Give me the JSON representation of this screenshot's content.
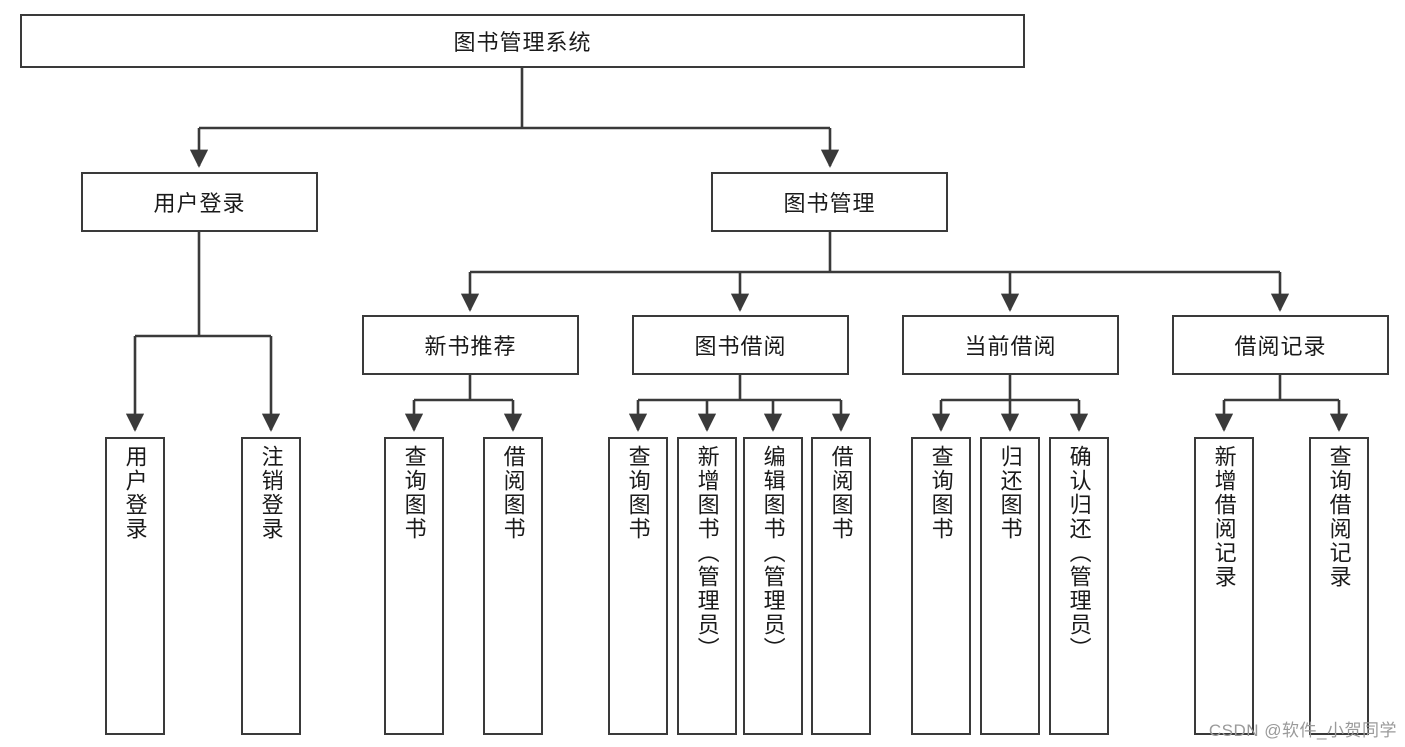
{
  "diagram": {
    "title": "图书管理系统",
    "watermark": "CSDN @软件_小贺同学",
    "levels": {
      "root": {
        "label": "图书管理系统"
      },
      "level2": [
        {
          "label": "用户登录"
        },
        {
          "label": "图书管理"
        }
      ],
      "level3": [
        {
          "label": "新书推荐"
        },
        {
          "label": "图书借阅"
        },
        {
          "label": "当前借阅"
        },
        {
          "label": "借阅记录"
        }
      ],
      "leaves": {
        "user_login": [
          {
            "label": "用户登录"
          },
          {
            "label": "注销登录"
          }
        ],
        "new_book_recommend": [
          {
            "label": "查询图书"
          },
          {
            "label": "借阅图书"
          }
        ],
        "book_borrow": [
          {
            "label": "查询图书"
          },
          {
            "label": "新增图书（管理员）"
          },
          {
            "label": "编辑图书（管理员）"
          },
          {
            "label": "借阅图书"
          }
        ],
        "current_borrow": [
          {
            "label": "查询图书"
          },
          {
            "label": "归还图书"
          },
          {
            "label": "确认归还（管理员）"
          }
        ],
        "borrow_record": [
          {
            "label": "新增借阅记录"
          },
          {
            "label": "查询借阅记录"
          }
        ]
      }
    },
    "colors": {
      "stroke": "#3a3a3a",
      "fill": "#ffffff",
      "text": "#1a1a1a",
      "watermark": "#9a9a9a"
    }
  }
}
